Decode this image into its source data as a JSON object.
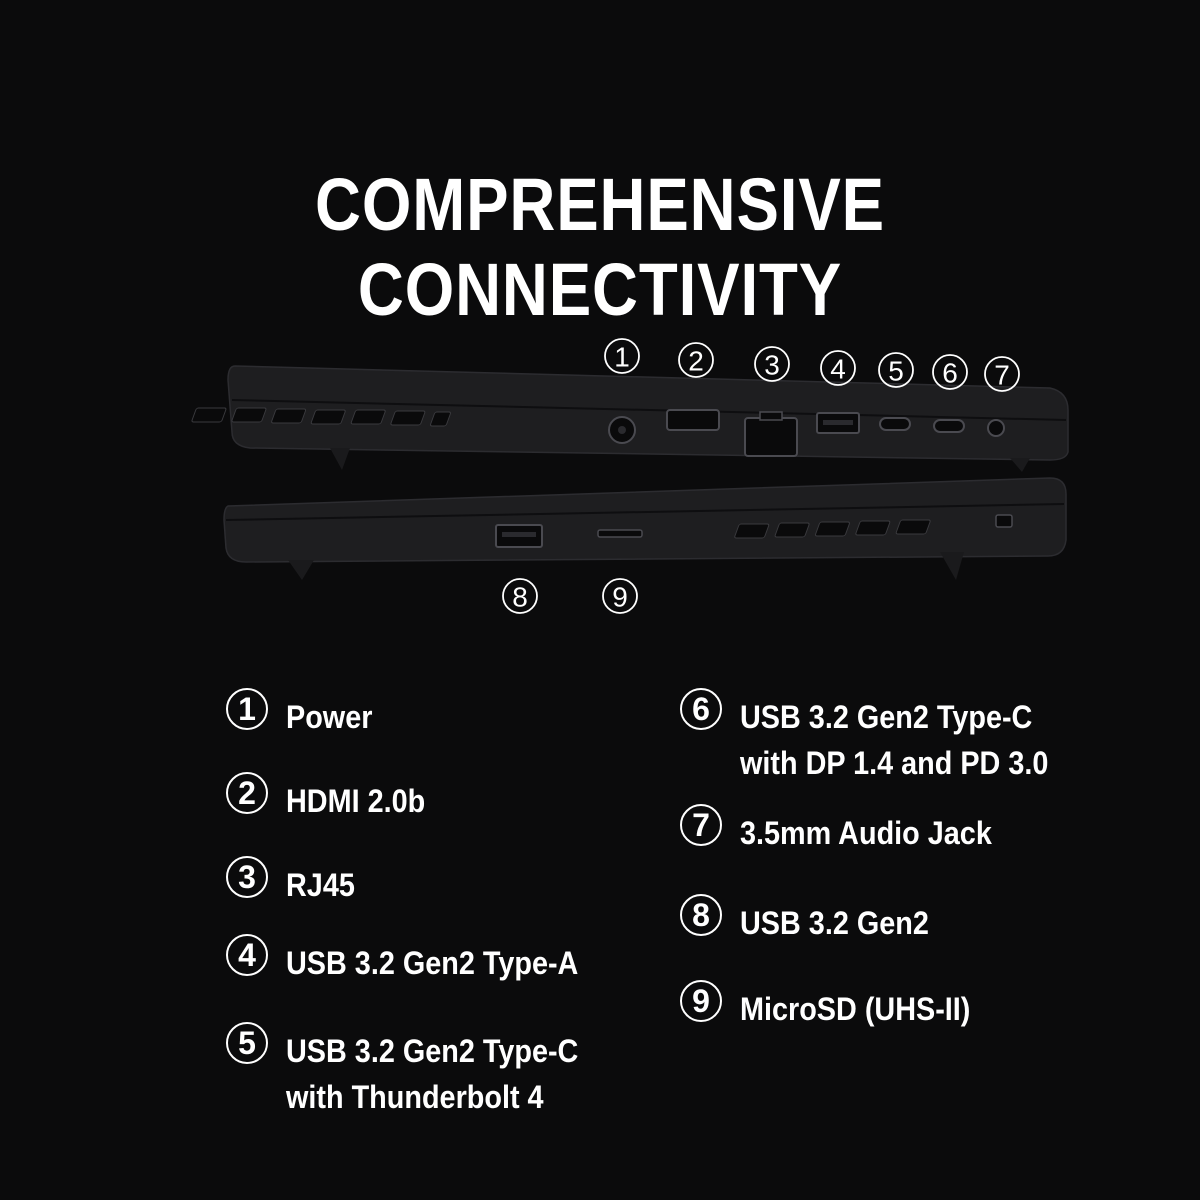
{
  "title": "COMPREHENSIVE CONNECTIVITY",
  "port_markers": {
    "top": [
      "1",
      "2",
      "3",
      "4",
      "5",
      "6",
      "7"
    ],
    "bottom": [
      "8",
      "9"
    ]
  },
  "legend": [
    {
      "num": "1",
      "lines": [
        "Power"
      ]
    },
    {
      "num": "2",
      "lines": [
        "HDMI 2.0b"
      ]
    },
    {
      "num": "3",
      "lines": [
        "RJ45"
      ]
    },
    {
      "num": "4",
      "lines": [
        "USB 3.2 Gen2 Type-A"
      ]
    },
    {
      "num": "5",
      "lines": [
        "USB 3.2 Gen2 Type-C",
        "with Thunderbolt 4"
      ]
    },
    {
      "num": "6",
      "lines": [
        "USB 3.2 Gen2 Type-C",
        "with DP 1.4 and PD 3.0"
      ]
    },
    {
      "num": "7",
      "lines": [
        "3.5mm Audio Jack"
      ]
    },
    {
      "num": "8",
      "lines": [
        "USB 3.2 Gen2"
      ]
    },
    {
      "num": "9",
      "lines": [
        "MicroSD (UHS-II)"
      ]
    }
  ],
  "colors": {
    "background": "#0b0b0c",
    "text": "#ffffff",
    "chassis": "#1c1c1e"
  }
}
